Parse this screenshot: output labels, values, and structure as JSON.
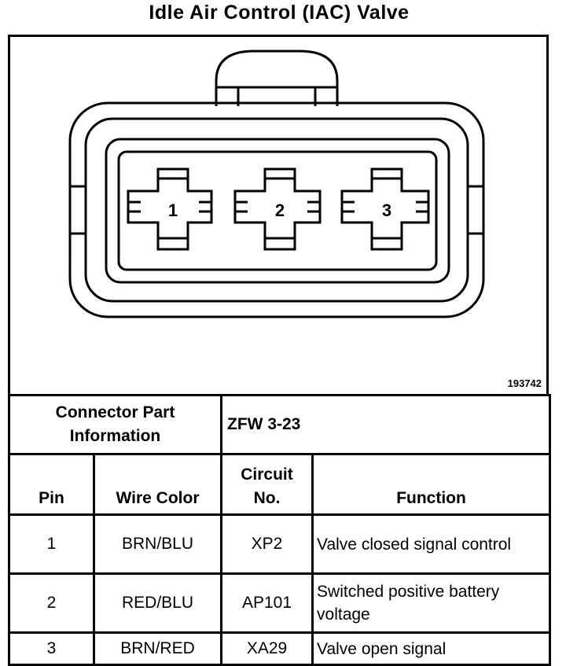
{
  "title": "Idle Air Control (IAC) Valve",
  "figure_id": "193742",
  "pins_drawn": [
    "1",
    "2",
    "3"
  ],
  "connector_part": {
    "label": "Connector Part Information",
    "value": "ZFW 3-23"
  },
  "columns": {
    "pin": "Pin",
    "wire_color": "Wire Color",
    "circuit_line1": "Circuit",
    "circuit_line2": "No.",
    "function": "Function"
  },
  "rows": [
    {
      "pin": "1",
      "wire_color": "BRN/BLU",
      "circuit": "XP2",
      "function": "Valve closed signal control"
    },
    {
      "pin": "2",
      "wire_color": "RED/BLU",
      "circuit": "AP101",
      "function": "Switched positive battery voltage"
    },
    {
      "pin": "3",
      "wire_color": "BRN/RED",
      "circuit": "XA29",
      "function": "Valve open signal"
    }
  ]
}
